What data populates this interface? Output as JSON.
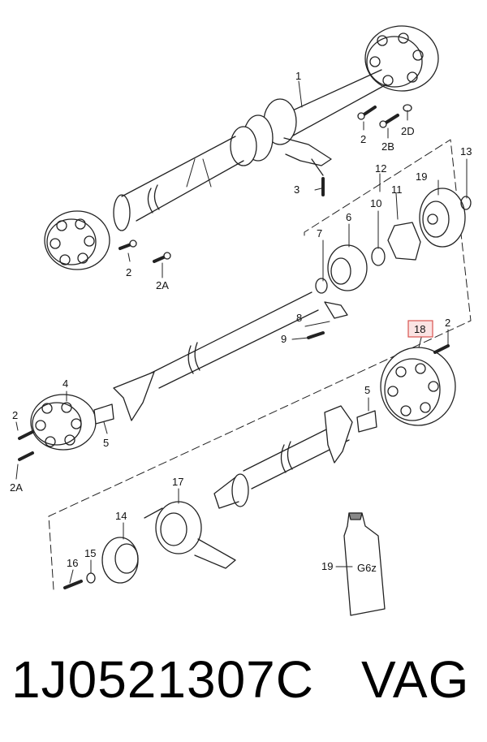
{
  "part_number": "1J0521307C",
  "brand": "VAG",
  "highlight_color": "#d9534f",
  "callouts": {
    "c1": "1",
    "c2a": "2",
    "c2b": "2B",
    "c2d": "2D",
    "c3": "3",
    "c13": "13",
    "c12": "12",
    "c19a": "19",
    "c11": "11",
    "c10": "10",
    "c6": "6",
    "c7": "7",
    "c2c": "2",
    "c2ab": "2A",
    "c8": "8",
    "c9": "9",
    "c18": "18",
    "c2e": "2",
    "c4": "4",
    "c2f": "2",
    "c5a": "5",
    "c2g": "2A",
    "c5b": "5",
    "c17": "17",
    "c14": "14",
    "c15": "15",
    "c16": "16",
    "c19b": "19",
    "tube_label": "G6z"
  }
}
